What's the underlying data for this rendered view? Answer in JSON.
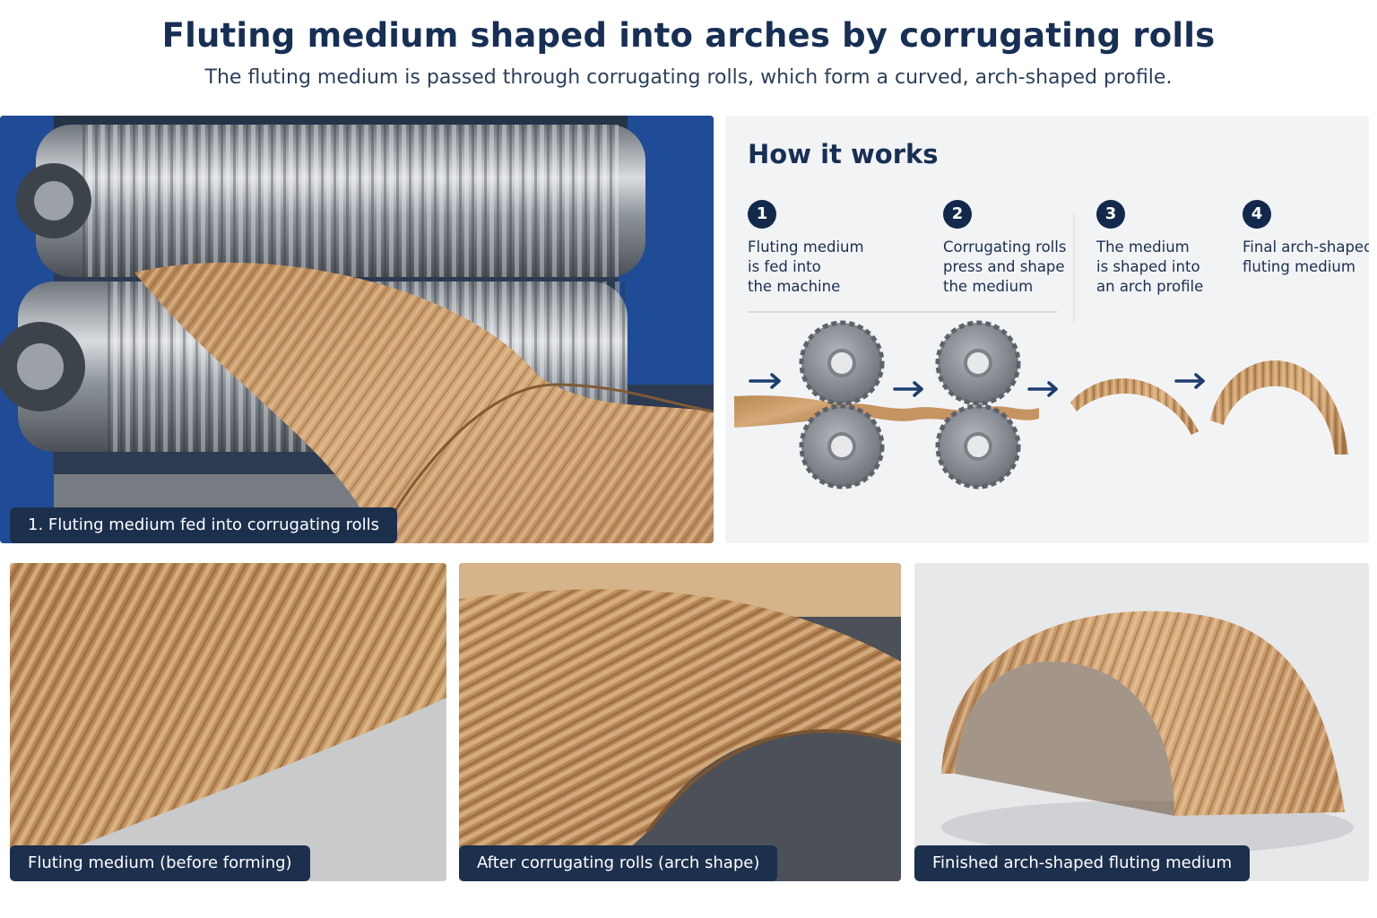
{
  "header": {
    "title": "Fluting medium shaped into arches by corrugating rolls",
    "subtitle": "The fluting medium is passed through corrugating rolls, which form a curved, arch-shaped profile."
  },
  "machine_panel": {
    "caption": "1. Fluting medium fed into corrugating rolls"
  },
  "how_it_works": {
    "title": "How it works",
    "steps": [
      {
        "number": "1",
        "lines": [
          "Fluting medium",
          "is fed into",
          "the machine"
        ]
      },
      {
        "number": "2",
        "lines": [
          "Corrugating rolls",
          "press and shape",
          "the medium"
        ]
      },
      {
        "number": "3",
        "lines": [
          "The medium",
          "is shaped into",
          "an arch profile"
        ]
      },
      {
        "number": "4",
        "lines": [
          "Final arch-shaped",
          "fluting medium"
        ]
      }
    ],
    "icons": [
      "arrow-right-icon",
      "gear-icon"
    ]
  },
  "photos": [
    {
      "caption": "Fluting medium (before forming)"
    },
    {
      "caption": "After corrugating rolls (arch shape)"
    },
    {
      "caption": "Finished arch-shaped fluting medium"
    }
  ],
  "colors": {
    "navy": "#172f55",
    "caption_bg": "#1c2f4d",
    "kraft": "#c79a67",
    "machine_blue": "#1f4b97",
    "steel": "#9aa0a6"
  }
}
